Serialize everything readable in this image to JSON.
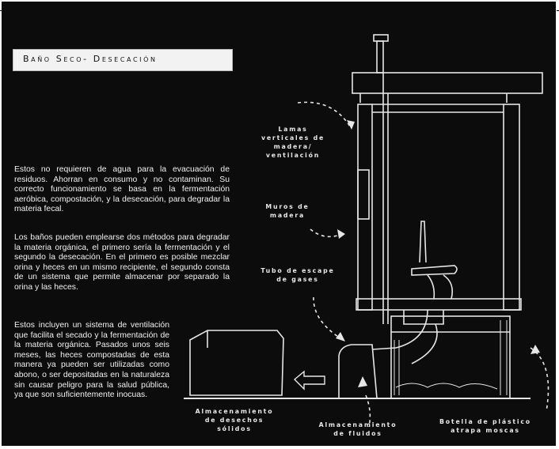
{
  "title": "Baño Seco- Desecación",
  "paragraphs": [
    "Estos no requieren de agua para la evacuación de residuos. Ahorran en consumo y no contaminan. Su correcto funcionamiento se basa en la fermentación aeróbica, compostación, y la desecación, para degradar la materia fecal.",
    "Los baños pueden emplearse dos métodos para degradar la materia orgánica, el primero sería la fermentación y el segundo la desecación. En el primero es posible mezclar orina y heces en un mismo recipiente, el segundo consta de un sistema que permite almacenar por separado la orina y las heces.",
    "Estos incluyen un sistema de ventilación que facilita el secado y la fermentación de la materia orgánica. Pasados unos seis meses, las heces compostadas de esta manera ya pueden ser utilizadas como abono, o ser depositadas en la naturaleza sin causar peligro para la salud pública, ya que son suficientemente inocuas."
  ],
  "labels": {
    "lamas": "Lamas\nverticales de\nmadera/\nventilación",
    "muros": "Muros de\nmadera",
    "tubo": "Tubo de escape\nde gases",
    "solidos": "Almacenamiento\nde desechos\nsólidos",
    "fluidos": "Almacenamiento\nde fluidos",
    "botella": "Botella de plástico\natrapa moscas"
  }
}
